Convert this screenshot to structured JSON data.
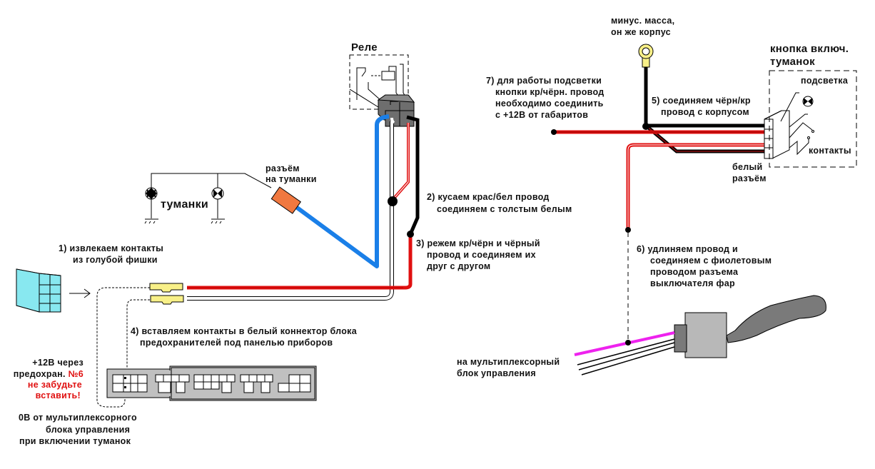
{
  "labels": {
    "relay": "Реле",
    "fog_lamps": "туманки",
    "fog_connector": [
      "разъём",
      "на туманки"
    ],
    "step1": [
      "1)  извлекаем контакты",
      "из голубой фишки"
    ],
    "step2": [
      "2) кусаем крас/бел провод",
      "соединяем с толстым белым"
    ],
    "step3": [
      "3) режем кр/чёрн и чёрный",
      "провод и соединяем их",
      "друг с другом"
    ],
    "step4": [
      "4) вставляем контакты в белый коннектор блока",
      "предохранителей под панелью приборов"
    ],
    "step5": [
      "5) соединяем чёрн/кр",
      "провод с корпусом"
    ],
    "step6": [
      "6)  удлиняем провод и",
      "соединяем с фиолетовым",
      "проводом разъема",
      "выключателя фар"
    ],
    "step7": [
      "7) для работы подсветки",
      "кнопки кр/чёрн. провод",
      "необходимо соединить",
      "с +12В от габаритов"
    ],
    "ground": [
      "минус. масса,",
      "он же корпус"
    ],
    "fog_button": [
      "кнопка включ.",
      "туманок"
    ],
    "backlight": "подсветка",
    "contacts": "контакты",
    "white_connector": [
      "белый",
      "разъём"
    ],
    "multiplexer_unit": [
      "на мультиплексорный",
      "блок управления"
    ],
    "plus12v": [
      "+12В через",
      "предохран. "
    ],
    "fuse_number": "№6",
    "dont_forget": [
      "не забудьте",
      "вставить!"
    ],
    "zero_volt": [
      "0В от мультиплексорного",
      "блока управления",
      "при включении туманок"
    ]
  },
  "colors": {
    "wire_red": "#e01010",
    "wire_black": "#000000",
    "wire_blue": "#1a7fe8",
    "wire_magenta": "#ee22ee",
    "connector_orange": "#f07840",
    "terminal_yellow": "#f8f088",
    "blue_plug": "#88e8f0",
    "relay_gray": "#707070",
    "fuse_box_gray": "#c0c0c0",
    "switch_gray": "#b8b8b8",
    "lever_gray": "#7a7a7a"
  }
}
